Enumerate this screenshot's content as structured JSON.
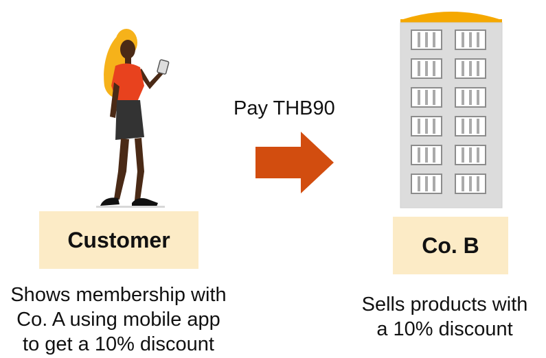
{
  "customer": {
    "label": "Customer",
    "description": "Shows membership with\nCo. A using mobile app\nto get a 10% discount"
  },
  "payment": {
    "label": "Pay THB90"
  },
  "company": {
    "label": "Co. B",
    "description": "Sells products with\na 10% discount"
  },
  "colors": {
    "label_background": "#fcebc6",
    "arrow": "#d24d0f",
    "building_roof": "#f5a800",
    "building_wall": "#dcdcdc",
    "window_fill": "#aaaaaa",
    "shirt": "#e8421e",
    "skirt": "#333333",
    "hair": "#f6b21a"
  },
  "icons": {
    "customer": "woman-with-phone-icon",
    "company": "office-building-icon",
    "flow": "right-arrow-icon"
  }
}
